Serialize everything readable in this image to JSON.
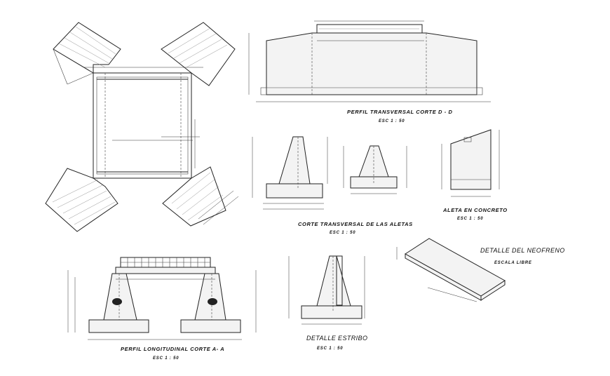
{
  "titles": {
    "perfil_transversal": "PERFIL TRANSVERSAL CORTE D - D",
    "perfil_transversal_scale": "ESC 1 : 50",
    "corte_aletas": "CORTE TRANSVERSAL DE LAS ALETAS",
    "corte_aletas_scale": "ESC 1 : 50",
    "aleta_concreto": "ALETA EN CONCRETO",
    "aleta_concreto_scale": "ESC 1 : 50",
    "detalle_neofreno": "DETALLE DEL NEOFRENO",
    "detalle_neofreno_scale": "ESCALA LIBRE",
    "perfil_longitudinal": "PERFIL LONGITUDINAL CORTE A- A",
    "perfil_longitudinal_scale": "ESC 1 : 50",
    "detalle_estribo": "DETALLE ESTRIBO",
    "detalle_estribo_scale": "ESC 1 : 50"
  },
  "colors": {
    "line": "#222222",
    "background": "#ffffff"
  }
}
